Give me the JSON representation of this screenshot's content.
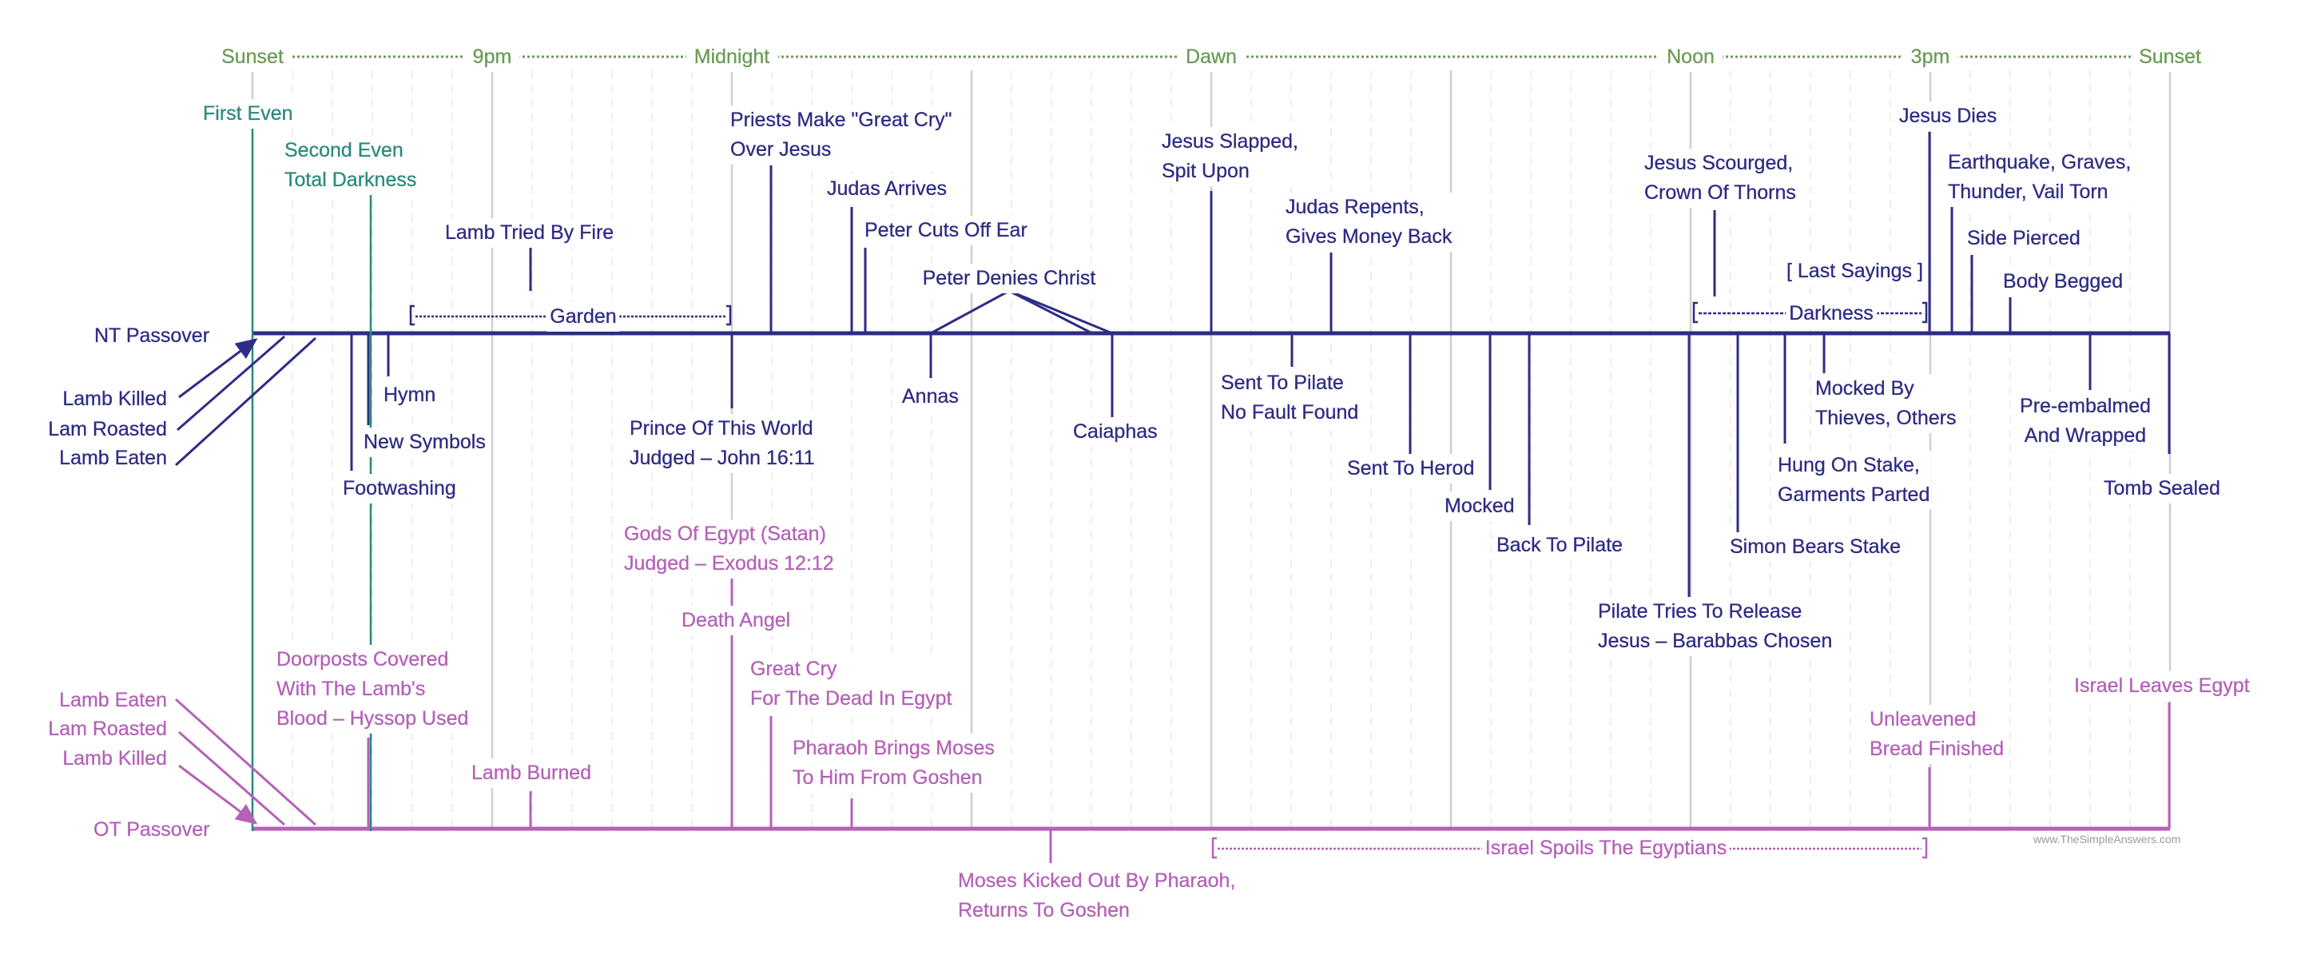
{
  "colors": {
    "nt": "#2e2c85",
    "ot": "#b462b8",
    "even": "#2b8a7e",
    "time": "#6b9b55",
    "grid": "#cfcfd4"
  },
  "time_axis": [
    "Sunset",
    "9pm",
    "Midnight",
    "Dawn",
    "Noon",
    "3pm",
    "Sunset"
  ],
  "rows": {
    "nt": "NT Passover",
    "ot": "OT Passover"
  },
  "evens": {
    "first": "First Even",
    "second_1": "Second Even",
    "second_2": "Total Darkness"
  },
  "nt_events": {
    "lamb_killed": "Lamb Killed",
    "lamb_roasted": "Lam Roasted",
    "lamb_eaten": "Lamb Eaten",
    "footwashing": "Footwashing",
    "new_symbols": "New Symbols",
    "hymn": "Hymn",
    "lamb_tried": "Lamb Tried By Fire",
    "garden": "Garden",
    "priests_1": "Priests Make \"Great Cry\"",
    "priests_2": "Over Jesus",
    "judas_arrives": "Judas Arrives",
    "peter_ear": "Peter Cuts Off Ear",
    "peter_denies": "Peter Denies Christ",
    "prince_1": "Prince Of This World",
    "prince_2": "Judged – John 16:11",
    "annas": "Annas",
    "caiaphas": "Caiaphas",
    "slapped_1": "Jesus Slapped,",
    "slapped_2": "Spit Upon",
    "sent_pilate_1": "Sent To Pilate",
    "sent_pilate_2": "No Fault Found",
    "judas_repents_1": "Judas Repents,",
    "judas_repents_2": "Gives Money Back",
    "sent_herod": "Sent To Herod",
    "mocked": "Mocked",
    "back_pilate": "Back To Pilate",
    "pilate_tries_1": "Pilate Tries To Release",
    "pilate_tries_2": "Jesus – Barabbas Chosen",
    "scourged_1": "Jesus Scourged,",
    "scourged_2": "Crown Of Thorns",
    "simon": "Simon Bears Stake",
    "hung_1": "Hung On Stake,",
    "hung_2": "Garments Parted",
    "mocked_thieves_1": "Mocked By",
    "mocked_thieves_2": "Thieves, Others",
    "last_sayings": "[ Last Sayings ]",
    "darkness": "Darkness",
    "jesus_dies": "Jesus Dies",
    "earthquake_1": "Earthquake, Graves,",
    "earthquake_2": "Thunder, Vail Torn",
    "side_pierced": "Side Pierced",
    "body_begged": "Body Begged",
    "pre_embalmed_1": "Pre-embalmed",
    "pre_embalmed_2": "And Wrapped",
    "tomb_sealed": "Tomb Sealed"
  },
  "ot_events": {
    "lamb_eaten": "Lamb Eaten",
    "lamb_roasted": "Lam Roasted",
    "lamb_killed": "Lamb Killed",
    "doorposts_1": "Doorposts Covered",
    "doorposts_2": "With The Lamb's",
    "doorposts_3": "Blood – Hyssop Used",
    "lamb_burned": "Lamb Burned",
    "gods_1": "Gods Of Egypt (Satan)",
    "gods_2": "Judged – Exodus 12:12",
    "death_angel": "Death Angel",
    "great_cry_1": "Great Cry",
    "great_cry_2": "For The Dead In Egypt",
    "pharaoh_1": "Pharaoh Brings Moses",
    "pharaoh_2": "To Him From Goshen",
    "moses_1": "Moses Kicked Out By Pharaoh,",
    "moses_2": "Returns To Goshen",
    "spoils": "Israel Spoils The Egyptians",
    "unleavened_1": "Unleavened",
    "unleavened_2": "Bread Finished",
    "leaves": "Israel Leaves Egypt"
  },
  "watermark": "www.TheSimpleAnswers.com"
}
